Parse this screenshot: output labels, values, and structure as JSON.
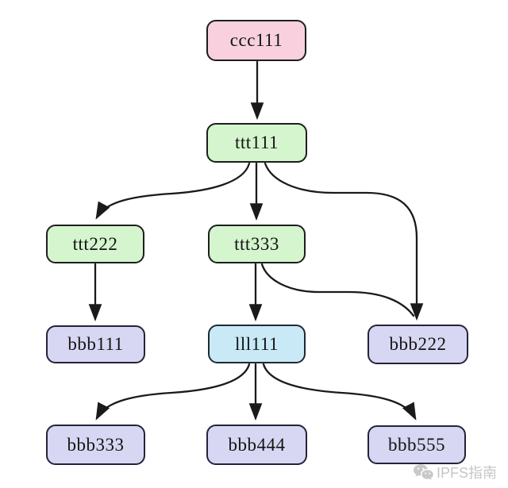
{
  "diagram": {
    "background": "#ffffff",
    "edge_color": "#1a1a1a",
    "nodes": [
      {
        "id": "ccc111",
        "label": "ccc111",
        "fill": "#f8d0de",
        "border": "#1e1e1e"
      },
      {
        "id": "ttt111",
        "label": "ttt111",
        "fill": "#d4f5cd",
        "border": "#1e1e1e"
      },
      {
        "id": "ttt222",
        "label": "ttt222",
        "fill": "#d4f5cd",
        "border": "#1e1e1e"
      },
      {
        "id": "ttt333",
        "label": "ttt333",
        "fill": "#d4f5cd",
        "border": "#1e1e1e"
      },
      {
        "id": "bbb111",
        "label": "bbb111",
        "fill": "#d8d7f3",
        "border": "#23233a"
      },
      {
        "id": "lll111",
        "label": "lll111",
        "fill": "#c9e9f7",
        "border": "#1e2a33"
      },
      {
        "id": "bbb222",
        "label": "bbb222",
        "fill": "#d8d7f3",
        "border": "#23233a"
      },
      {
        "id": "bbb333",
        "label": "bbb333",
        "fill": "#d8d7f3",
        "border": "#23233a"
      },
      {
        "id": "bbb444",
        "label": "bbb444",
        "fill": "#d8d7f3",
        "border": "#23233a"
      },
      {
        "id": "bbb555",
        "label": "bbb555",
        "fill": "#d8d7f3",
        "border": "#23233a"
      }
    ],
    "edges": [
      {
        "from": "ccc111",
        "to": "ttt111"
      },
      {
        "from": "ttt111",
        "to": "ttt222"
      },
      {
        "from": "ttt111",
        "to": "ttt333"
      },
      {
        "from": "ttt111",
        "to": "bbb222"
      },
      {
        "from": "ttt222",
        "to": "bbb111"
      },
      {
        "from": "ttt333",
        "to": "lll111"
      },
      {
        "from": "ttt333",
        "to": "bbb222"
      },
      {
        "from": "lll111",
        "to": "bbb333"
      },
      {
        "from": "lll111",
        "to": "bbb444"
      },
      {
        "from": "lll111",
        "to": "bbb555"
      }
    ],
    "watermark": {
      "text": "IPFS指南",
      "icon": "wechat-icon",
      "color": "#c6c6c6"
    }
  }
}
